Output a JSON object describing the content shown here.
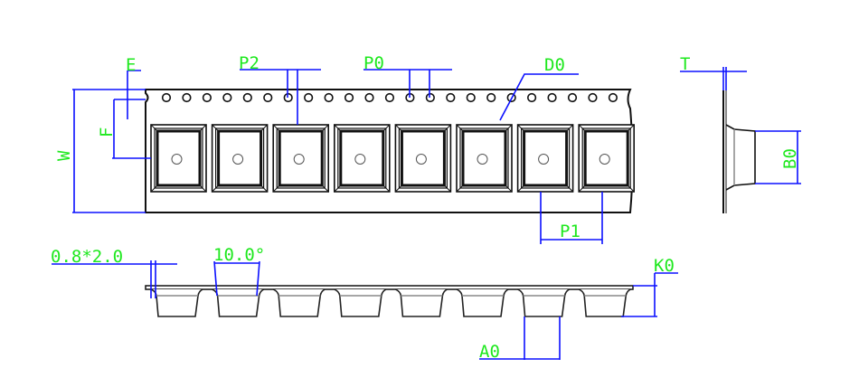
{
  "title": "Carrier tape dimension drawing",
  "labels": {
    "E": "E",
    "F": "F",
    "W": "W",
    "P2": "P2",
    "P0": "P0",
    "D0": "D0",
    "P1": "P1",
    "T": "T",
    "B0": "B0",
    "K0": "K0",
    "A0": "A0",
    "slot": "0.8*2.0",
    "angle": "10.0°"
  },
  "counts": {
    "pockets": 8,
    "sprocket_holes": 23
  },
  "colors": {
    "dimension": "#0b10ff",
    "label": "#1ee81e",
    "outline": "#111111"
  }
}
